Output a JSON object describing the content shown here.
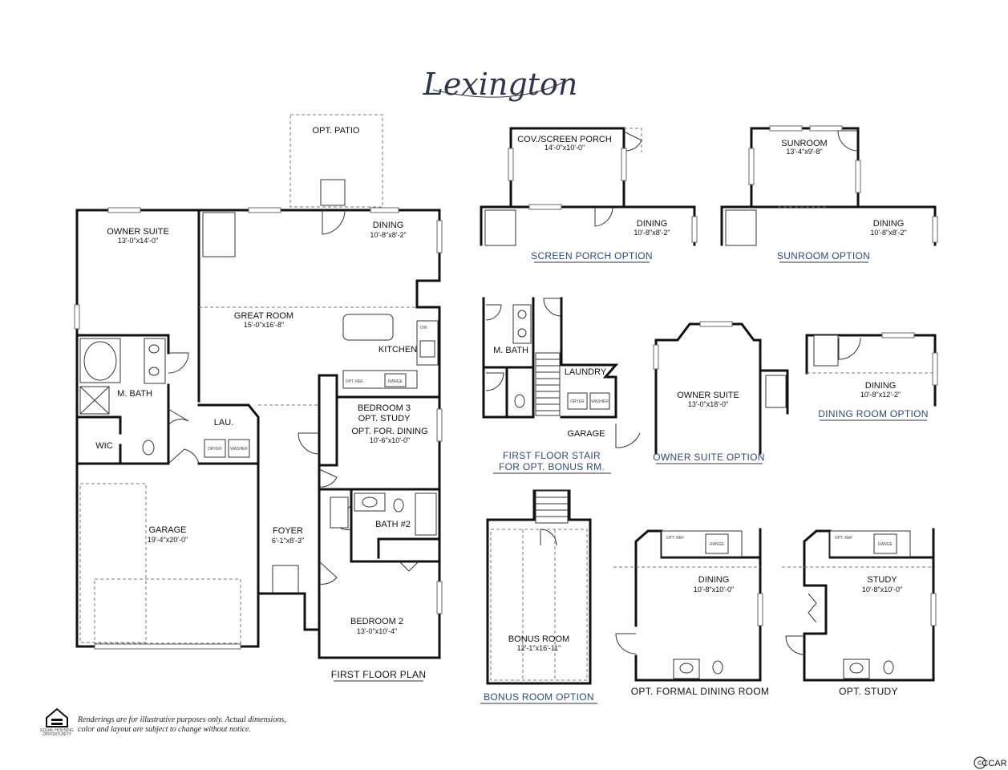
{
  "title": "Lexington",
  "first_floor": {
    "caption": "FIRST FLOOR PLAN",
    "rooms": [
      {
        "name": "OPT. PATIO",
        "dim": ""
      },
      {
        "name": "OWNER SUITE",
        "dim": "13'-0\"x14'-0\""
      },
      {
        "name": "DINING",
        "dim": "10'-8\"x8'-2\""
      },
      {
        "name": "GREAT ROOM",
        "dim": "15'-0\"x16'-8\""
      },
      {
        "name": "KITCHEN",
        "dim": ""
      },
      {
        "name": "M. BATH",
        "dim": ""
      },
      {
        "name": "LAU.",
        "dim": ""
      },
      {
        "name": "WIC",
        "dim": ""
      },
      {
        "name": "BEDROOM 3",
        "dim": ""
      },
      {
        "name": "OPT. STUDY",
        "dim": ""
      },
      {
        "name": "OPT. FOR. DINING",
        "dim": "10'-6\"x10'-0\""
      },
      {
        "name": "GARAGE",
        "dim": "19'-4\"x20'-0\""
      },
      {
        "name": "FOYER",
        "dim": "6'-1\"x8'-3\""
      },
      {
        "name": "BATH #2",
        "dim": ""
      },
      {
        "name": "BEDROOM 2",
        "dim": "13'-0\"x10'-4\""
      }
    ],
    "appliances": {
      "opt_ref": "OPT. REF",
      "range": "RANGE",
      "dryer": "DRYER",
      "washer": "WASHER",
      "dw": "DW"
    }
  },
  "screen_porch": {
    "caption": "SCREEN PORCH OPTION",
    "room": "COV./SCREEN PORCH",
    "dim": "14'-0\"x10'-0\"",
    "dining": "DINING",
    "dining_dim": "10'-8\"x8'-2\""
  },
  "sunroom": {
    "caption": "SUNROOM OPTION",
    "room": "SUNROOM",
    "dim": "13'-4\"x9'-8\"",
    "dining": "DINING",
    "dining_dim": "10'-8\"x8'-2\""
  },
  "stair": {
    "caption_line1": "FIRST FLOOR STAIR",
    "caption_line2": "FOR OPT. BONUS RM.",
    "mbath": "M. BATH",
    "laundry": "LAUNDRY",
    "garage": "GARAGE",
    "dryer": "DRYER",
    "washer": "WASHER"
  },
  "owner_suite_option": {
    "caption": "OWNER SUITE OPTION",
    "room": "OWNER SUITE",
    "dim": "13'-0\"x18'-0\""
  },
  "dining_room_option": {
    "caption": "DINING ROOM OPTION",
    "room": "DINING",
    "dim": "10'-8\"x12'-2\""
  },
  "bonus_room": {
    "caption": "BONUS ROOM OPTION",
    "room": "BONUS ROOM",
    "dim": "12'-1\"x16'-11\""
  },
  "formal_dining": {
    "caption": "OPT. FORMAL DINING ROOM",
    "room": "DINING",
    "dim": "10'-8\"x10'-0\"",
    "opt_ref": "OPT. REF",
    "range": "RANGE"
  },
  "opt_study": {
    "caption": "OPT. STUDY",
    "room": "STUDY",
    "dim": "10'-8\"x10'-0\"",
    "opt_ref": "OPT. REF",
    "range": "RANGE"
  },
  "disclaimer_line1": "Renderings are for illustrative purposes only. Actual dimensions,",
  "disclaimer_line2": "color and layout are subject to change without notice.",
  "eho_label_1": "EQUAL HOUSING",
  "eho_label_2": "OPPORTUNITY",
  "watermark": "CCAR"
}
